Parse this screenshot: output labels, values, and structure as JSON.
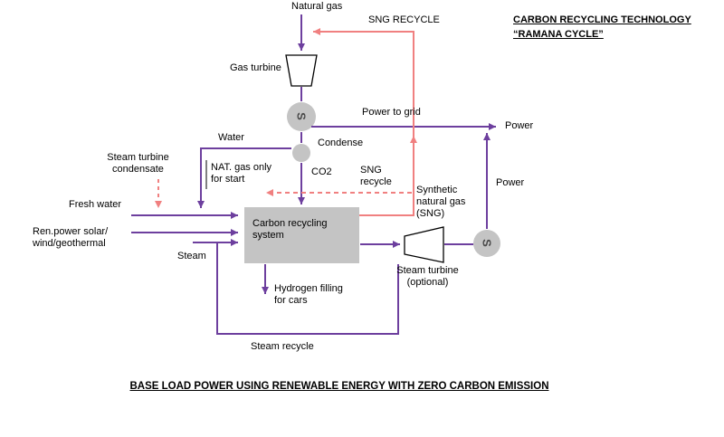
{
  "title": {
    "line1": "CARBON RECYCLING TECHNOLOGY",
    "line2": "“RAMANA CYCLE”"
  },
  "caption": "BASE LOAD POWER USING RENEWABLE ENERGY WITH ZERO CARBON EMISSION",
  "labels": {
    "natural_gas": "Natural gas",
    "sng_recycle_top": "SNG RECYCLE",
    "gas_turbine": "Gas turbine",
    "water": "Water",
    "power_to_grid": "Power to grid",
    "power_right": "Power",
    "condense": "Condense",
    "steam_turbine_condensate": "Steam turbine\ncondensate",
    "nat_gas_only": "NAT. gas only\nfor start",
    "co2": "CO2",
    "sng_recycle_mid": "SNG\nrecycle",
    "synthetic_ng": "Synthetic\nnatural gas\n(SNG)",
    "power_mid": "Power",
    "fresh_water": "Fresh water",
    "ren_power": "Ren.power solar/\nwind/geothermal",
    "steam": "Steam",
    "carbon_recycling_system": "Carbon recycling\nsystem",
    "hydrogen_filling": "Hydrogen filling\nfor cars",
    "steam_turbine_optional": "Steam turbine\n(optional)",
    "steam_recycle": "Steam recycle",
    "generator_s_top": "S",
    "generator_s_right": "S"
  },
  "colors": {
    "flow_purple": "#6d3f9e",
    "flow_salmon": "#f08080",
    "shape_gray": "#c4c4c4",
    "text": "#000000"
  }
}
